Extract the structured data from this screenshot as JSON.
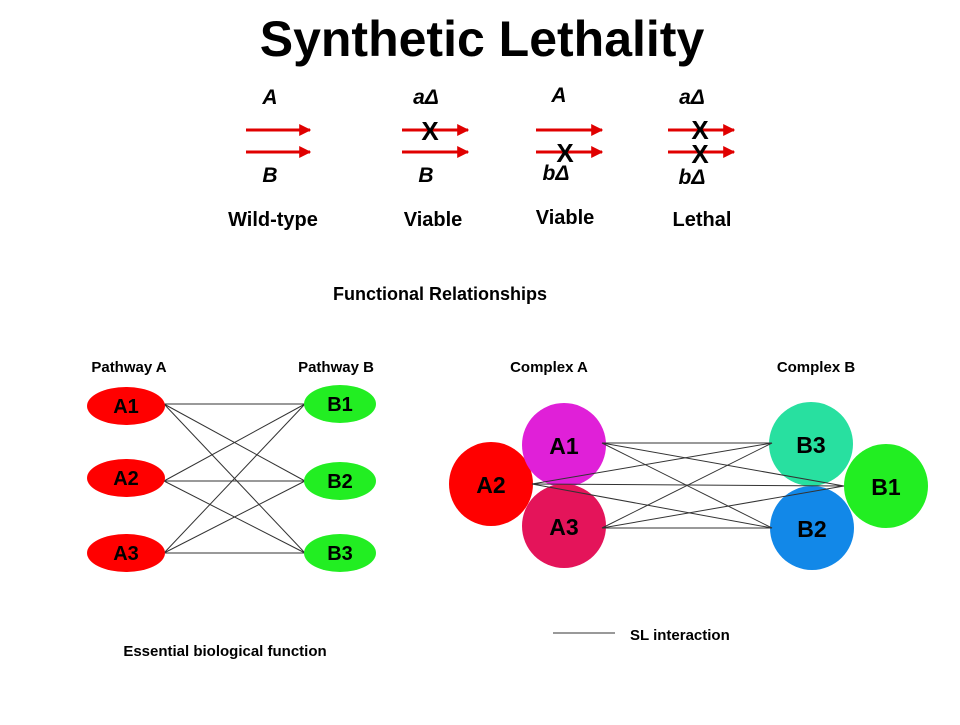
{
  "title": "Synthetic Lethality",
  "colors": {
    "arrow": "#e00000",
    "red": "#ff0000",
    "green": "#22ee22",
    "magenta": "#e020d8",
    "crimson": "#e4145a",
    "teal": "#28e0a0",
    "blue": "#1288e8"
  },
  "genotypes": [
    {
      "top": "A",
      "bottom": "B",
      "caption": "Wild-type"
    },
    {
      "top": "aΔ",
      "bottom": "B",
      "caption": "Viable"
    },
    {
      "top": "A",
      "bottom": "bΔ",
      "caption": "Viable"
    },
    {
      "top": "aΔ",
      "bottom": "bΔ",
      "caption": "Lethal"
    }
  ],
  "x_mark": "X",
  "functional_heading": "Functional Relationships",
  "pathways": {
    "left_label": "Pathway A",
    "right_label": "Pathway B",
    "left_nodes": [
      "A1",
      "A2",
      "A3"
    ],
    "right_nodes": [
      "B1",
      "B2",
      "B3"
    ],
    "caption": "Essential biological function"
  },
  "complexes": {
    "left_label": "Complex A",
    "right_label": "Complex B",
    "left_nodes": [
      "A1",
      "A2",
      "A3"
    ],
    "right_nodes": [
      "B3",
      "B1",
      "B2"
    ]
  },
  "legend": {
    "label": "SL interaction"
  }
}
